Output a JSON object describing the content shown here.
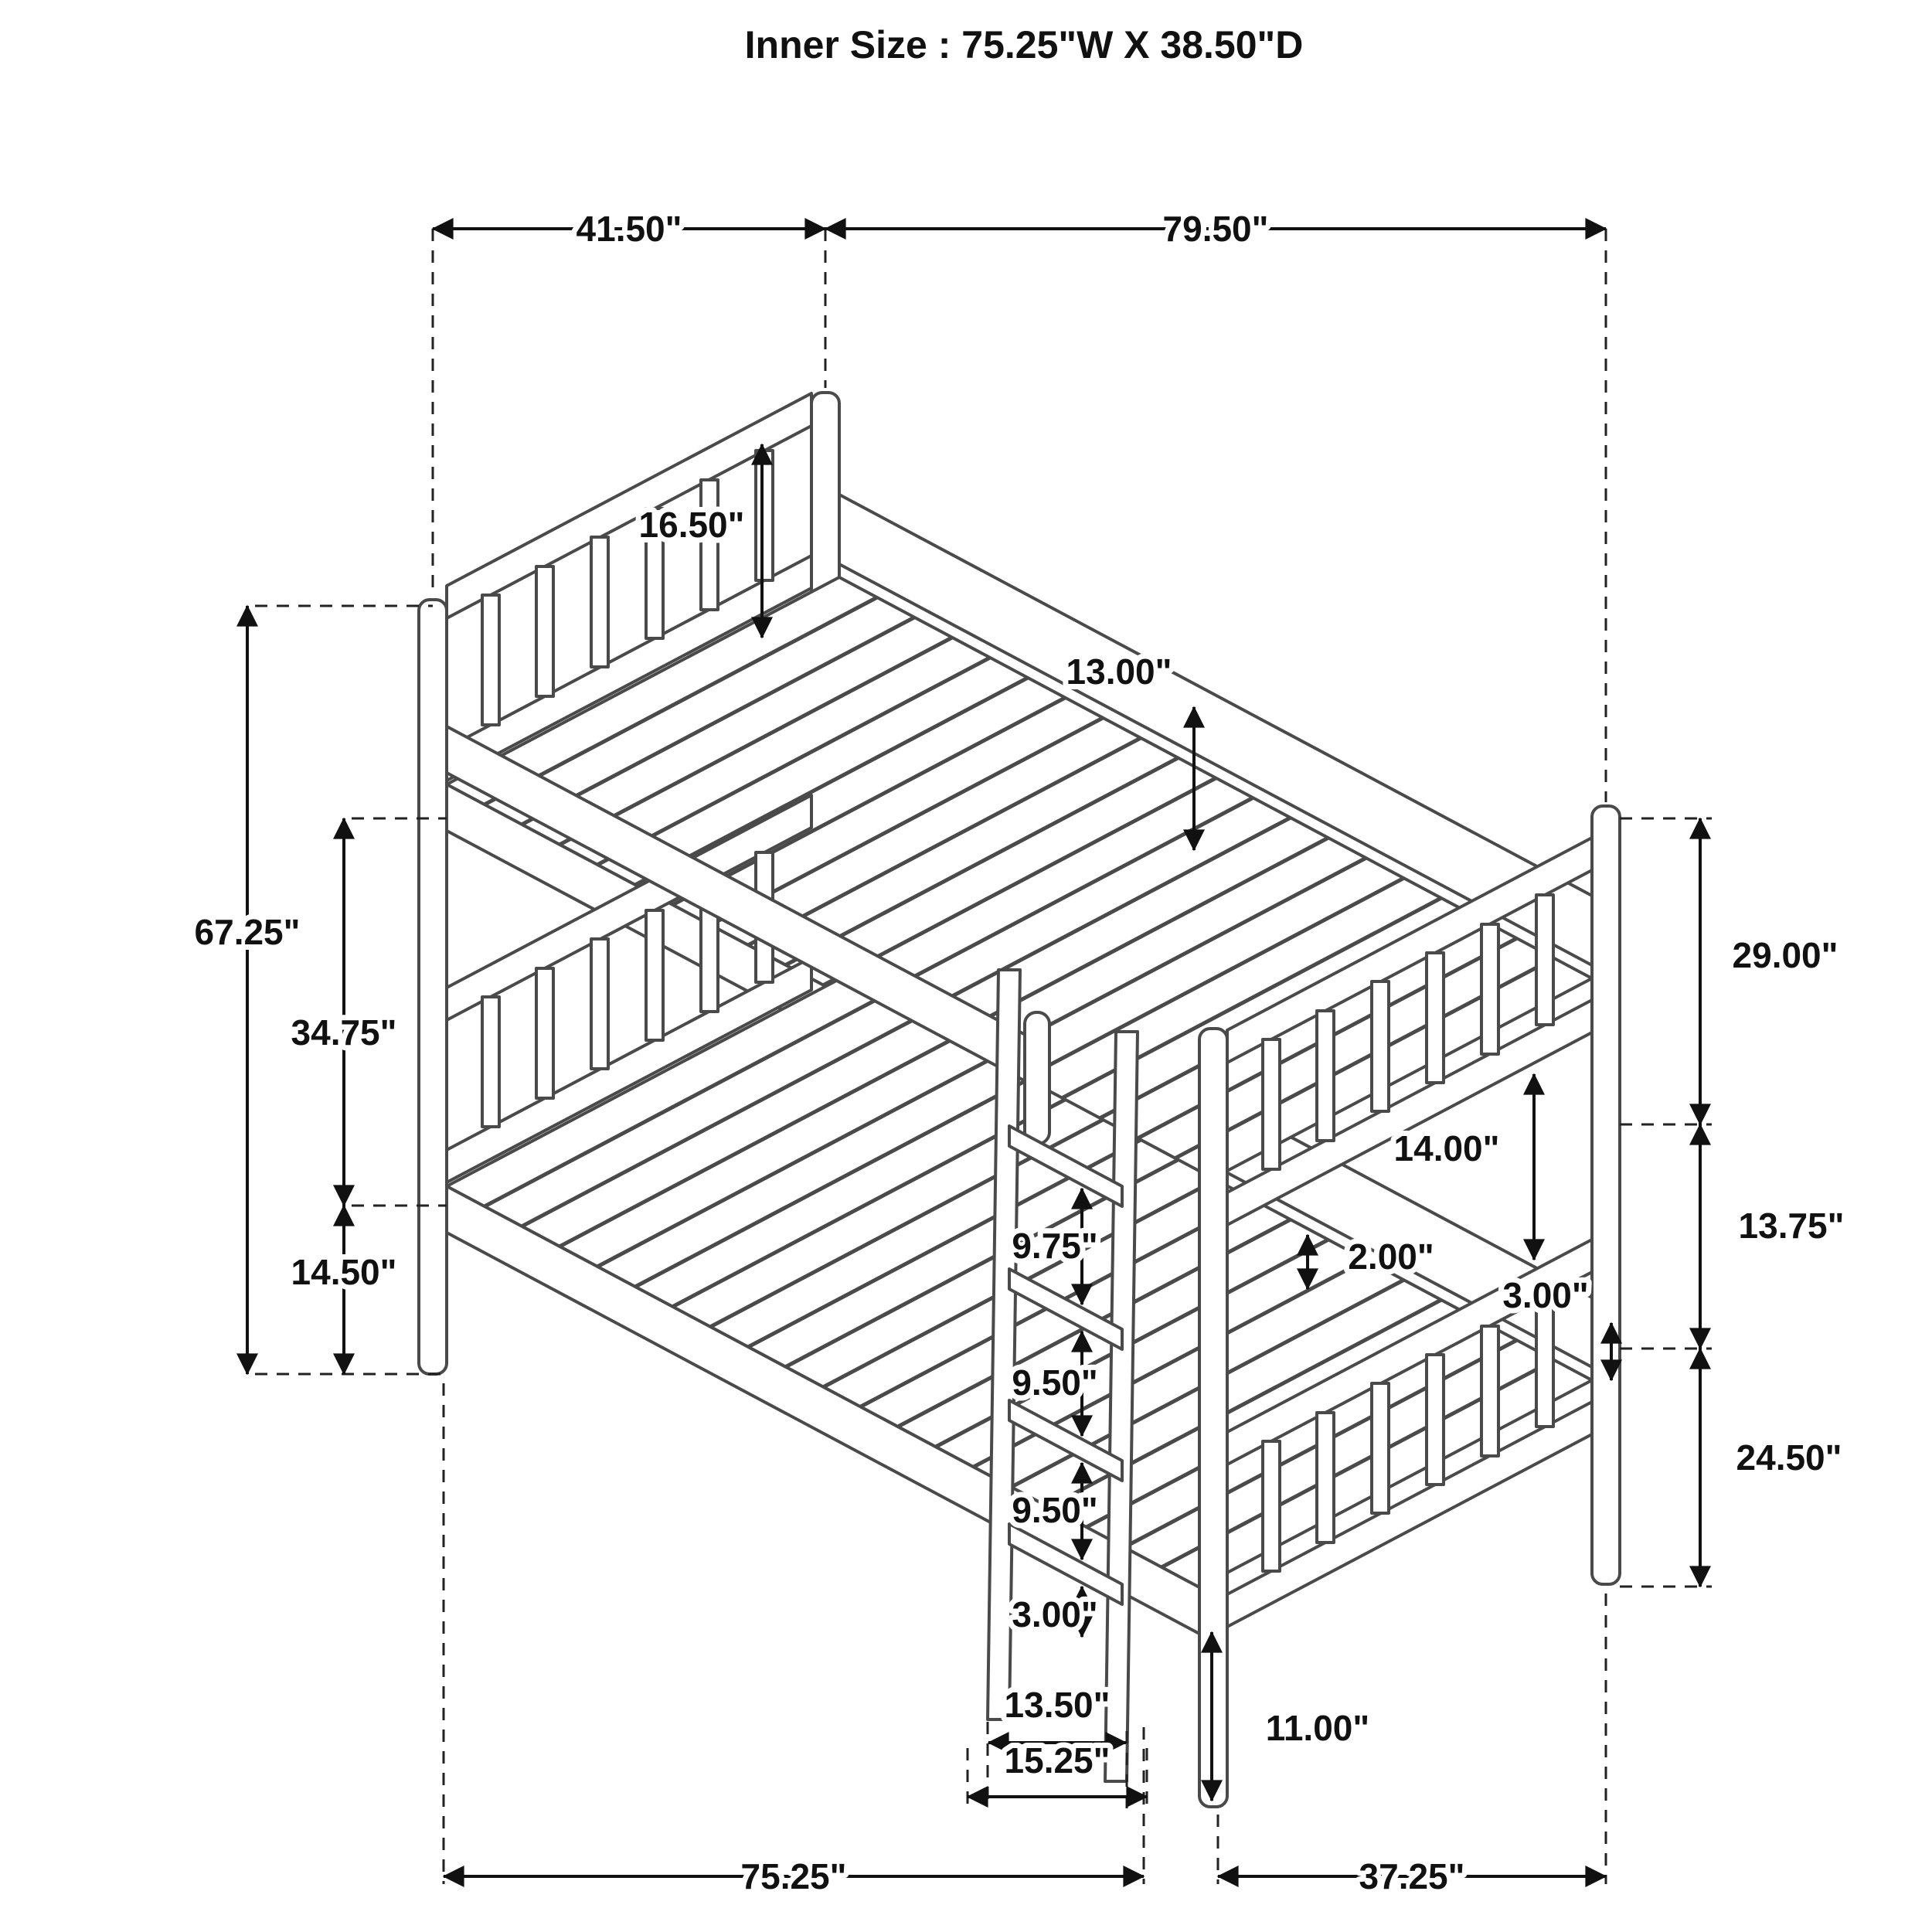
{
  "title": "Inner Size : 75.25\"W X  38.50\"D",
  "dims": {
    "d41_50": "41.50\"",
    "d79_50": "79.50\"",
    "d16_50": "16.50\"",
    "d13_00": "13.00\"",
    "d67_25": "67.25\"",
    "d34_75": "34.75\"",
    "d14_50": "14.50\"",
    "d29_00": "29.00\"",
    "d13_75": "13.75\"",
    "d24_50": "24.50\"",
    "d14_00": "14.00\"",
    "d2_00": "2.00\"",
    "d3_00_right": "3.00\"",
    "d9_75": "9.75\"",
    "d9_50_a": "9.50\"",
    "d9_50_b": "9.50\"",
    "d3_00_ladder": "3.00\"",
    "d13_50": "13.50\"",
    "d15_25": "15.25\"",
    "d11_00": "11.00\"",
    "d75_25": "75.25\"",
    "d37_25": "37.25\""
  }
}
